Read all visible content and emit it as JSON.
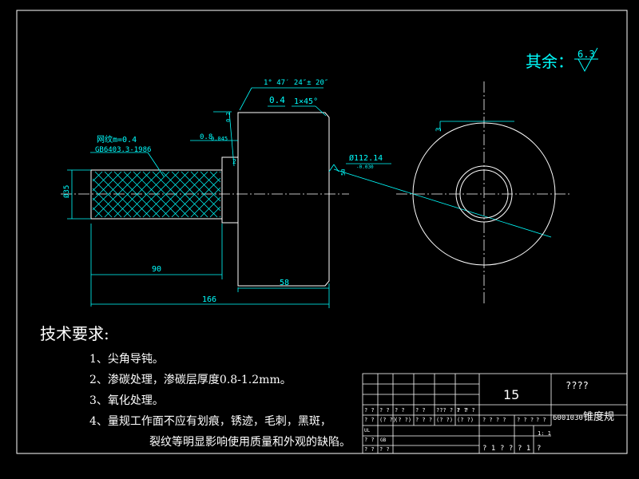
{
  "drawing": {
    "surface_finish_note": "其余：",
    "surface_finish_value": "6.3",
    "colors": {
      "border": "#ffffff",
      "dimension": "#00ffff",
      "outline": "#ffffff",
      "note_text": "#ffffff"
    }
  },
  "dimensions": {
    "taper_angle": "1° 47′ 24″± 20″",
    "roughness_top": "0.4",
    "chamfer": "1×45°",
    "knurl_spec": "网纹m=0.4",
    "knurl_standard": "GB6403.3-1986",
    "left_tolerance": "0.8",
    "left_tolerance_sub": "0.045",
    "left_tol_side": "0.2",
    "left_diameter": "Ø35",
    "diameter_main": "Ø112.14",
    "diameter_sub": "-0.030",
    "right_tol": "50",
    "length_90": "90",
    "length_58": "58",
    "length_166": "166",
    "side_view_dim": "3",
    "left_mark": "2"
  },
  "notes": {
    "title": "技术要求:",
    "items": [
      "1、尖角导钝。",
      "2、渗碳处理，渗碳层厚度0.8-1.2mm。",
      "3、氧化处理。",
      "4、量规工作面不应有划痕，锈迹，毛刺，黑斑，"
    ],
    "item4_cont": "裂纹等明显影响使用质量和外观的缺陷。"
  },
  "title_block": {
    "quantity": "15",
    "company": "????",
    "drawing_no": "6001030",
    "part_name": "锥度规",
    "row_a": [
      "? ?",
      "? ?",
      "? ?",
      "? ?",
      "??? ? ?",
      "? ?",
      "? ?"
    ],
    "row_b": [
      "? ?",
      "(? ?)",
      "(? ?)",
      "? ? ?",
      "(? ?)",
      "(? ?)"
    ],
    "row_b_right": [
      "? ? ? ?",
      "? ? ?",
      "? ?"
    ],
    "row_c_left": "? ?",
    "row_c_sub": "GB",
    "row_d": [
      "? ?",
      "? ?"
    ],
    "scale": "1: 1",
    "sheet": [
      "? 1",
      "? ?",
      "? 1",
      "?"
    ],
    "row_c_label": "UL"
  }
}
